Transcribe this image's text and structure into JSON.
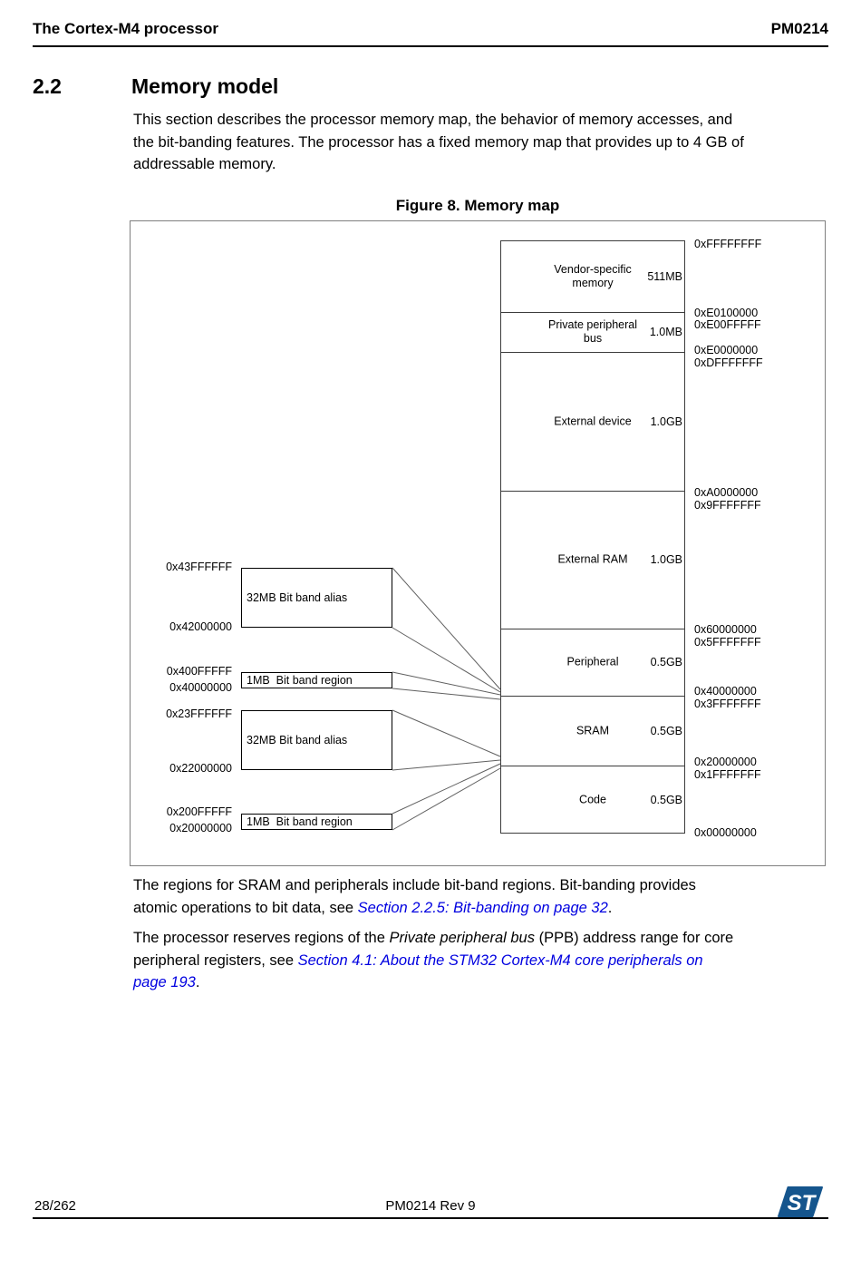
{
  "header": {
    "title": "The Cortex-M4 processor",
    "doc_id": "PM0214"
  },
  "section": {
    "number": "2.2",
    "title": "Memory model"
  },
  "intro": "This section describes the processor memory map, the behavior of memory accesses, and\nthe bit-banding features. The processor has a fixed memory map that provides up to 4 GB of\naddressable memory.",
  "figure": {
    "caption": "Figure 8. Memory map",
    "regions": [
      {
        "name": "Vendor-specific\nmemory",
        "size": "511MB"
      },
      {
        "name": "Private peripheral\nbus",
        "size": "1.0MB"
      },
      {
        "name": "External device",
        "size": "1.0GB"
      },
      {
        "name": "External RAM",
        "size": "1.0GB"
      },
      {
        "name": "Peripheral",
        "size": "0.5GB"
      },
      {
        "name": "SRAM",
        "size": "0.5GB"
      },
      {
        "name": "Code",
        "size": "0.5GB"
      }
    ],
    "right_addresses": [
      "0xFFFFFFFF",
      "0xE0100000",
      "0xE00FFFFF",
      "0xE0000000",
      "0xDFFFFFFF",
      "0xA0000000",
      "0x9FFFFFFF",
      "0x60000000",
      "0x5FFFFFFF",
      "0x40000000",
      "0x3FFFFFFF",
      "0x20000000",
      "0x1FFFFFFF",
      "0x00000000"
    ],
    "left_addresses": [
      "0x43FFFFFF",
      "0x42000000",
      "0x400FFFFF",
      "0x40000000",
      "0x23FFFFFF",
      "0x22000000",
      "0x200FFFFF",
      "0x20000000"
    ],
    "bitband_boxes": [
      {
        "label": "32MB Bit band alias"
      },
      {
        "label": "1MB  Bit band region"
      },
      {
        "label": "32MB Bit band alias"
      },
      {
        "label": "1MB  Bit band region"
      }
    ]
  },
  "para1": {
    "text": "The regions for SRAM and peripherals include bit-band regions. Bit-banding provides\natomic operations to bit data, see ",
    "link": "Section 2.2.5: Bit-banding on page 32",
    "after": "."
  },
  "para2": {
    "text1": "The processor reserves regions of the ",
    "italic": "Private peripheral bus",
    "text2": " (PPB) address range for core\nperipheral registers, see ",
    "link": "Section 4.1: About the STM32 Cortex-M4 core peripherals on\npage 193",
    "after": "."
  },
  "footer": {
    "page": "28/262",
    "revision": "PM0214 Rev 9"
  },
  "colors": {
    "link": "#0000E0",
    "logo_blue": "#15558d"
  }
}
